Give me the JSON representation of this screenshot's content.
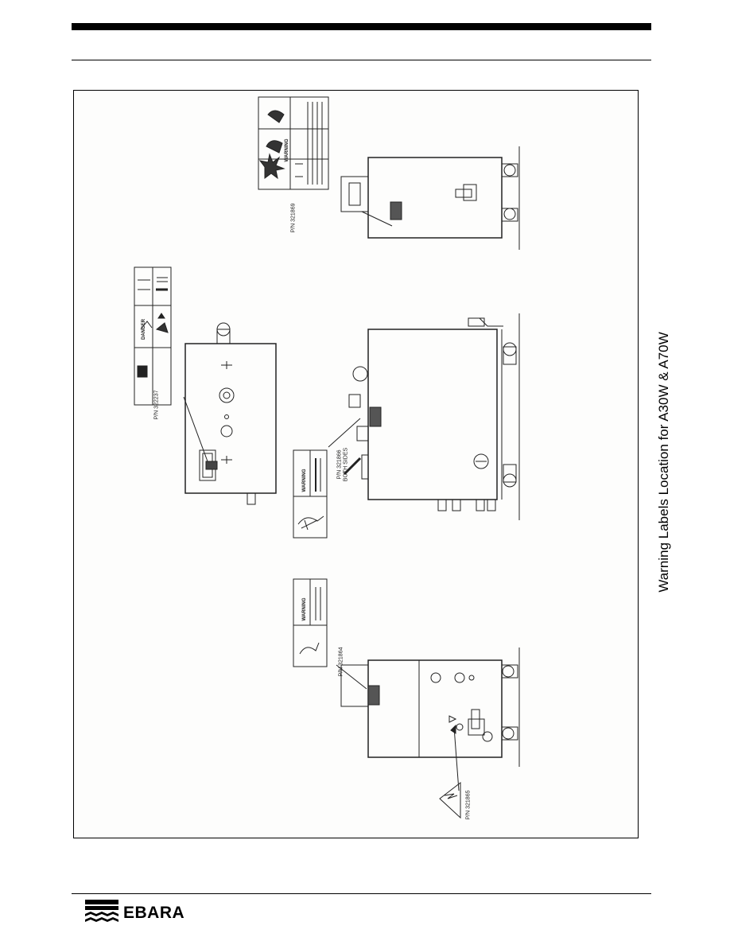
{
  "header": {
    "bar_color": "#000000"
  },
  "figure": {
    "title": "Warning Labels Location for A30W & A70W",
    "part_numbers": {
      "p322237": "P/N 322237",
      "p321869": "P/N 321869",
      "p321866": "P/N 321866",
      "p321866_note": "BOTH SIDES",
      "p321864": "P/N 321864",
      "p321865": "P/N 321865"
    },
    "signal_words": {
      "danger": "DANGER",
      "warning": "WARNING"
    }
  },
  "footer": {
    "brand": "EBARA"
  }
}
